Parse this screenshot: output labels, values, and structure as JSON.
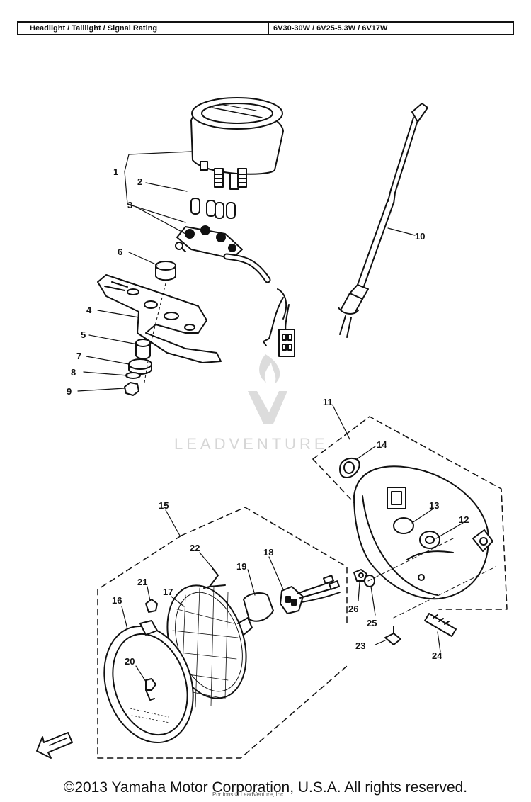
{
  "header": {
    "label": "Headlight / Taillight / Signal Rating",
    "value": "6V30-30W / 6V25-5.3W / 6V17W"
  },
  "watermark": {
    "text": "LEADVENTURE"
  },
  "callouts": [
    "1",
    "2",
    "3",
    "4",
    "5",
    "6",
    "7",
    "8",
    "9",
    "10",
    "11",
    "12",
    "13",
    "14",
    "15",
    "16",
    "17",
    "18",
    "19",
    "20",
    "21",
    "22",
    "23",
    "24",
    "25",
    "26"
  ],
  "footer": {
    "copyright": "©2013 Yamaha Motor Corporation, U.S.A. All rights reserved.",
    "small": "Portions © LeadVenture, Inc."
  }
}
